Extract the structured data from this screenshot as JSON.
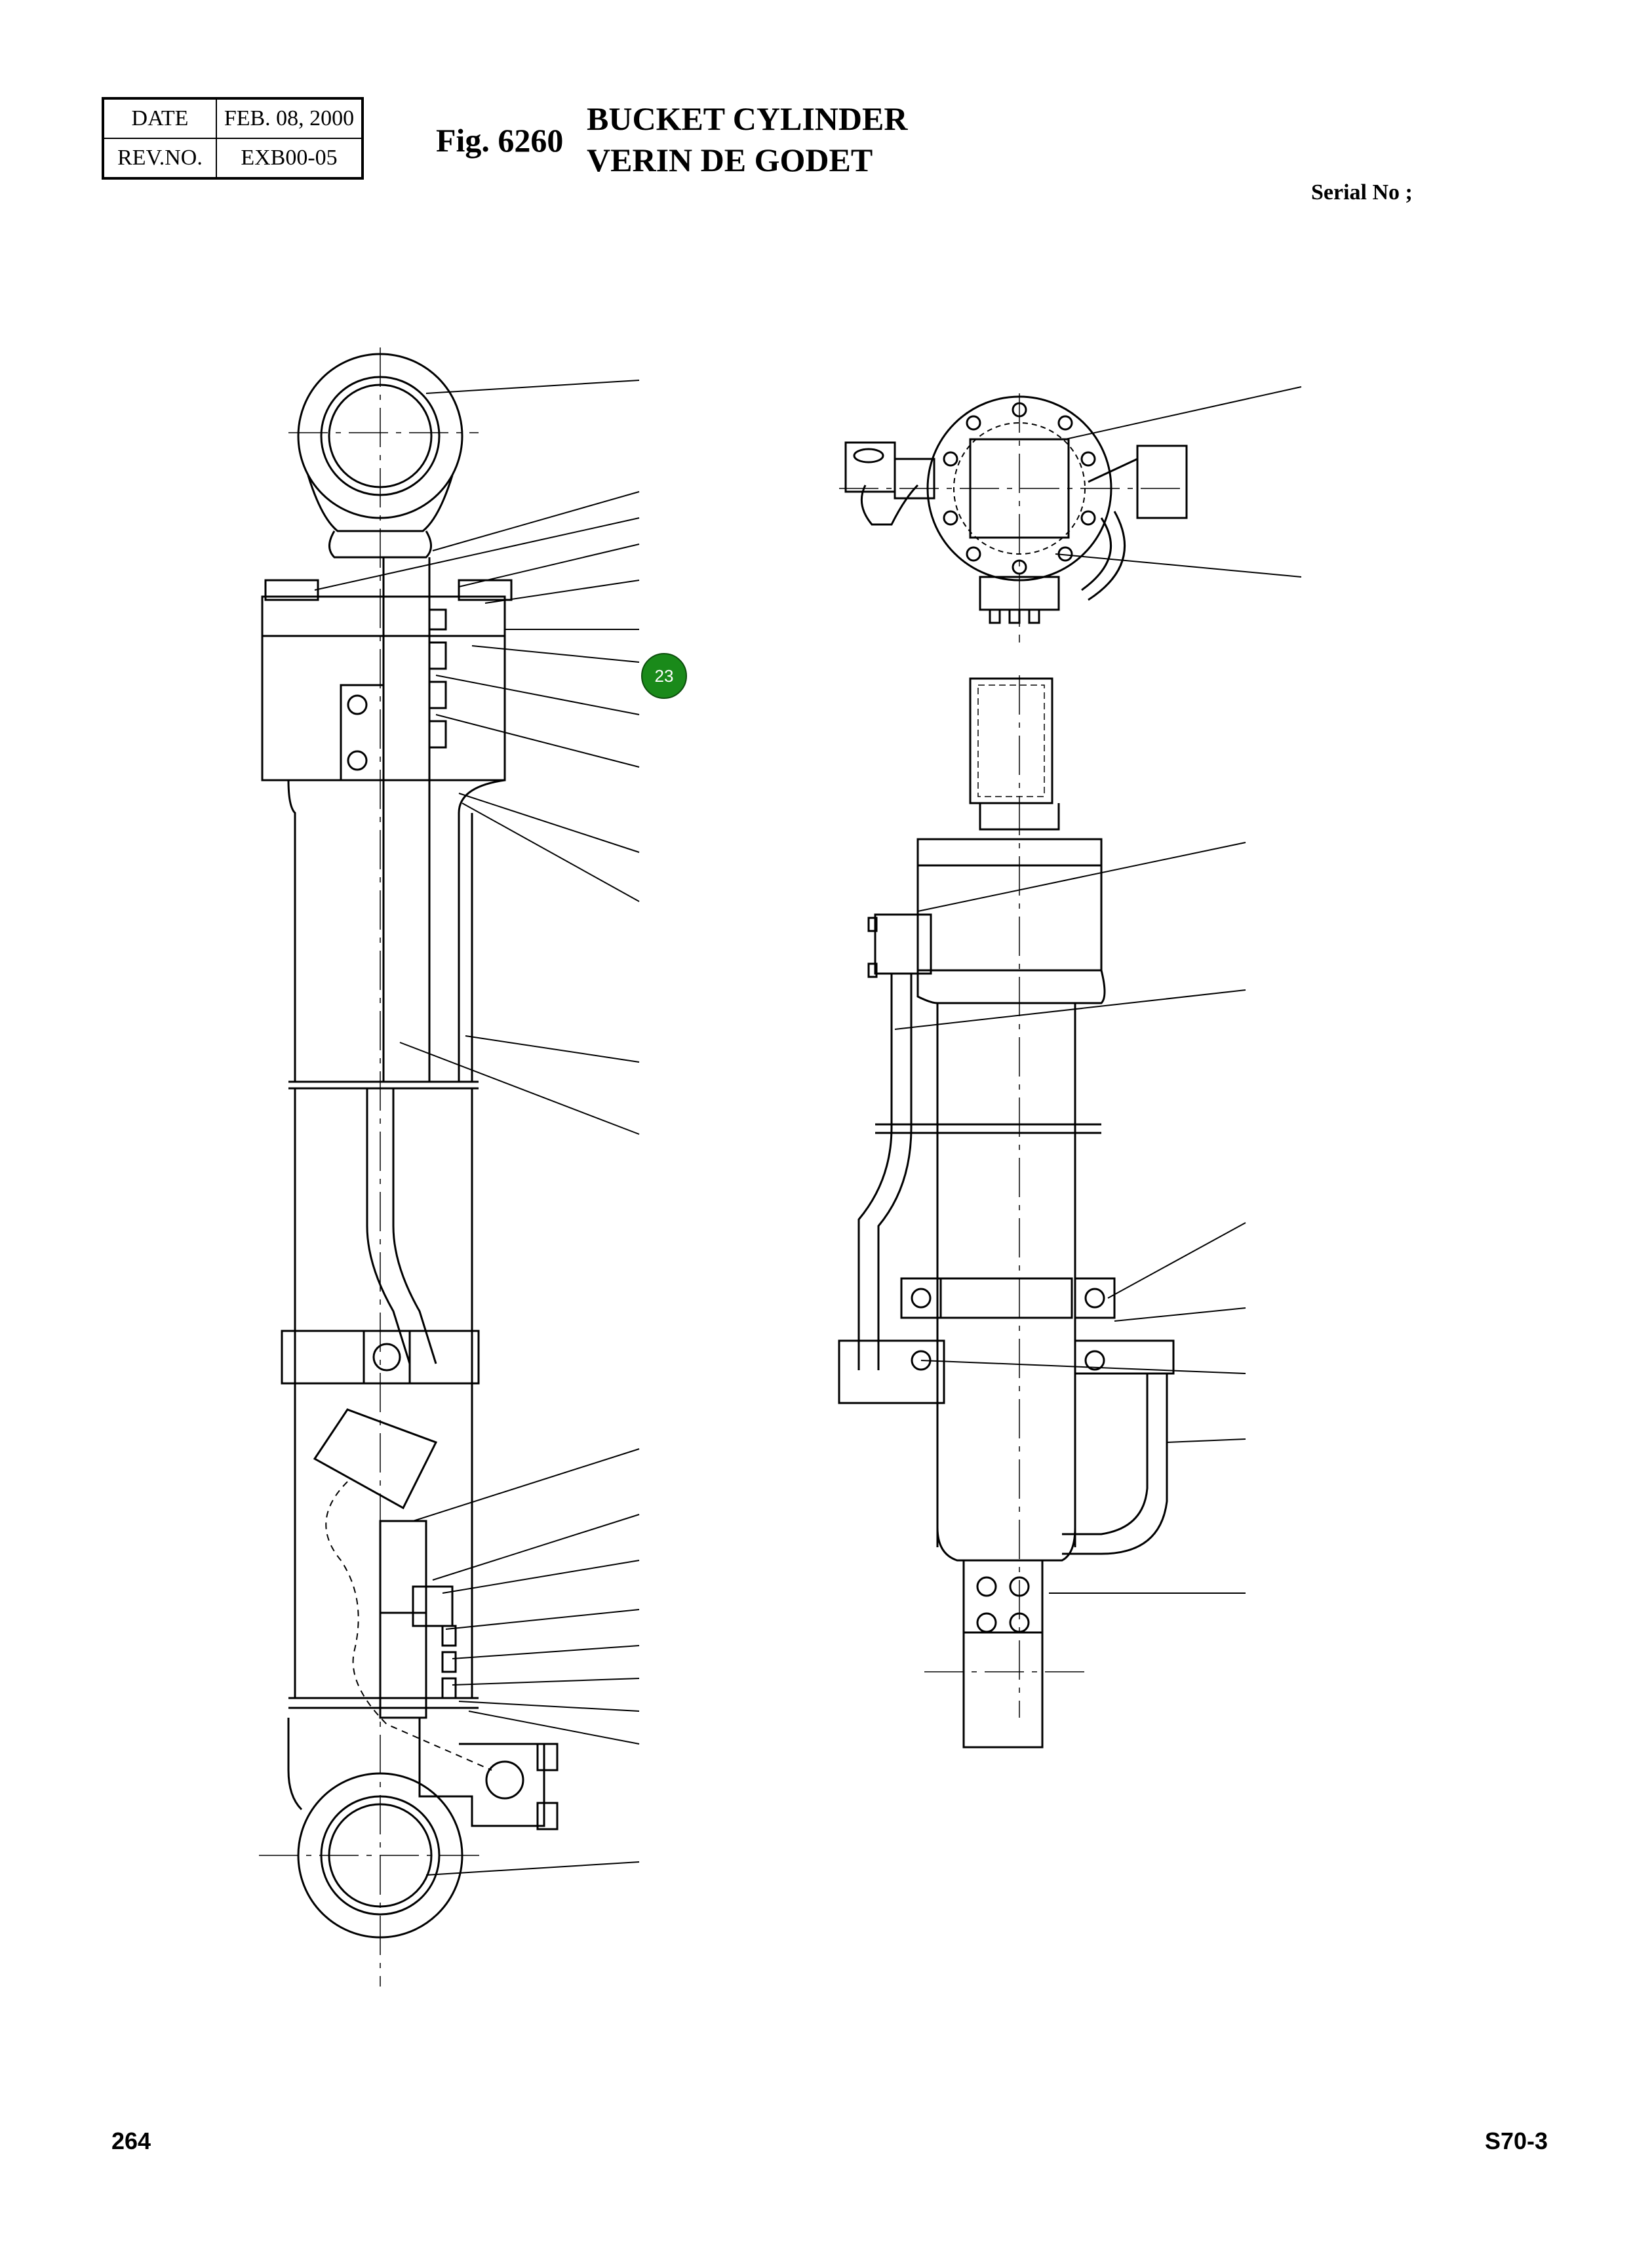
{
  "header": {
    "date_label": "DATE",
    "date_value": "FEB. 08, 2000",
    "rev_label": "REV.NO.",
    "rev_value": "EXB00-05"
  },
  "figure": {
    "number": "Fig. 6260",
    "title_en": "BUCKET CYLINDER",
    "title_fr": "VERIN DE GODET"
  },
  "serial_label": "Serial No ;",
  "callout": {
    "number": "23",
    "color": "#1a8a1a"
  },
  "footer": {
    "page_number": "264",
    "doc_code": "S70-3"
  },
  "drawing": {
    "subject": "bucket cylinder exploded parts diagram",
    "views": [
      "side elevation",
      "end view",
      "front elevation"
    ]
  }
}
